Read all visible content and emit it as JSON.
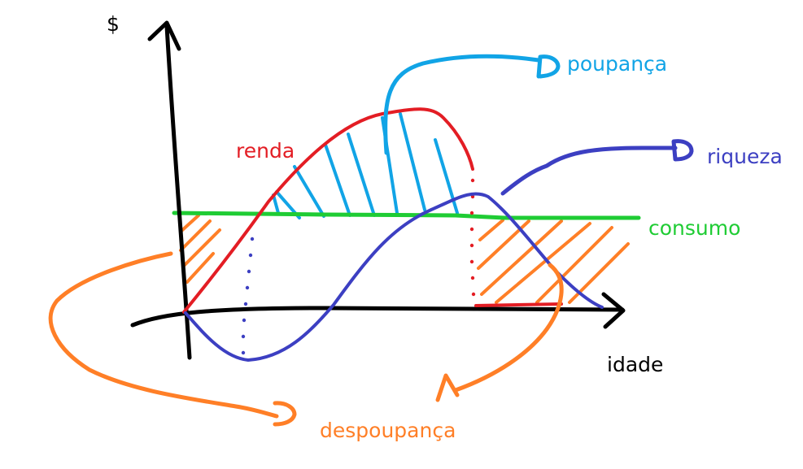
{
  "labels": {
    "y_axis": "$",
    "x_axis": "idade",
    "income": "renda",
    "saving": "poupança",
    "wealth": "riqueza",
    "consumption": "consumo",
    "dissaving": "despoupança"
  },
  "colors": {
    "axis": "#000000",
    "income": "#e31d24",
    "saving": "#11a4e6",
    "wealth": "#3c3fc2",
    "consumption": "#1fcc34",
    "dissaving": "#ff7f27"
  }
}
